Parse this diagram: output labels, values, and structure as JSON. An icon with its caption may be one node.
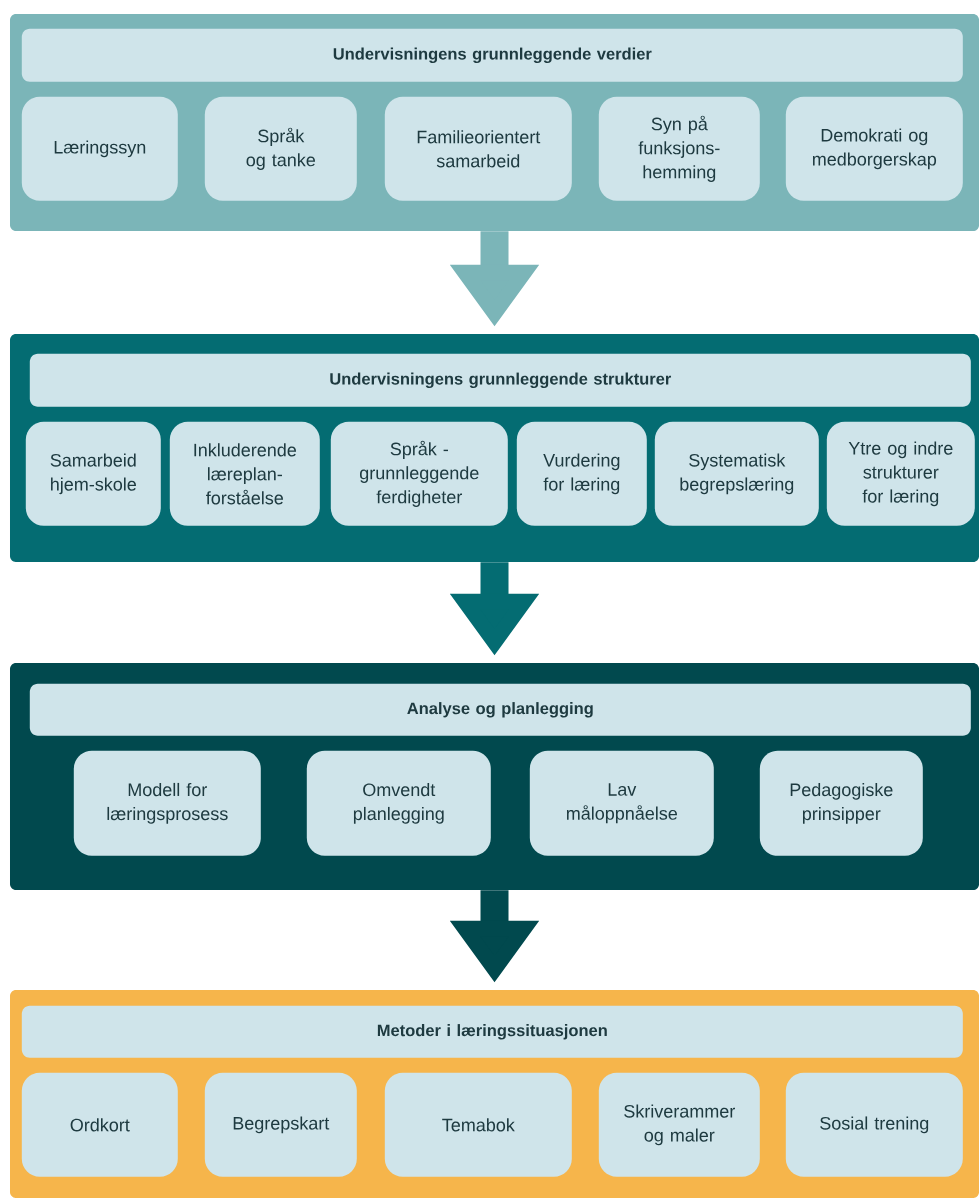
{
  "diagram": {
    "nodes": [
      {
        "text": [],
        "shape": "box"
      },
      {
        "text": [
          "Undervisningens grunnleggende verdier"
        ],
        "in": 0
      },
      {
        "text": [
          "Læringssyn"
        ],
        "in": 0
      },
      {
        "text": [
          "Språk og tanke"
        ],
        "in": 0
      },
      {
        "text": [
          "Familieorientert samarbeid"
        ],
        "in": 0
      },
      {
        "text": [
          "Syn på funksjons-hemming"
        ],
        "in": 0
      },
      {
        "text": [
          "Demokrati og medborgerskap"
        ],
        "in": 0
      },
      {
        "text": [],
        "shape": "box"
      },
      {
        "text": [
          "Undervisningens grunnleggende strukturer"
        ],
        "in": 7
      },
      {
        "text": [
          "Samarbeid hjem-skole"
        ],
        "in": 7
      },
      {
        "text": [
          "Inkluderende læreplan-forståelse"
        ],
        "in": 7
      },
      {
        "text": [
          "Språk - grunnleggende ferdigheter"
        ],
        "in": 7
      },
      {
        "text": [
          "Vurdering for læring"
        ],
        "in": 7
      },
      {
        "text": [
          "Systematisk begrepslæring"
        ],
        "in": 7
      },
      {
        "text": [
          "Ytre og indre strukturer for læring"
        ],
        "in": 7
      },
      {
        "text": [],
        "shape": "box"
      },
      {
        "text": [
          "Analyse og planlegging"
        ],
        "in": 15
      },
      {
        "text": [
          "Modell for læringsprosess"
        ],
        "in": 15
      },
      {
        "text": [
          "Omvendt planlegging"
        ],
        "in": 15
      },
      {
        "text": [
          "Lav måloppnåelse"
        ],
        "in": 15
      },
      {
        "text": [
          "Pedagogiske prinsipper"
        ],
        "in": 15
      },
      {
        "text": [],
        "shape": "box"
      },
      {
        "text": [
          "Metoder i læringssituasjonen"
        ],
        "in": 21
      },
      {
        "text": [
          "Ordkort"
        ],
        "in": 21
      },
      {
        "text": [
          "Begrepskart"
        ],
        "in": 21
      },
      {
        "text": [
          "Temabok"
        ],
        "in": 21
      },
      {
        "text": [
          "Skriverammer og maler"
        ],
        "in": 21
      },
      {
        "text": [
          "Sosial trening"
        ],
        "in": 21
      }
    ],
    "edges": [
      {
        "from": 0,
        "to": 7,
        "arrow": "to",
        "color": "#7bb5b8"
      },
      {
        "from": 7,
        "to": 15,
        "arrow": "to",
        "color": "#046c72"
      },
      {
        "from": 15,
        "to": 21,
        "arrow": "to",
        "color": "#01494e"
      }
    ]
  }
}
